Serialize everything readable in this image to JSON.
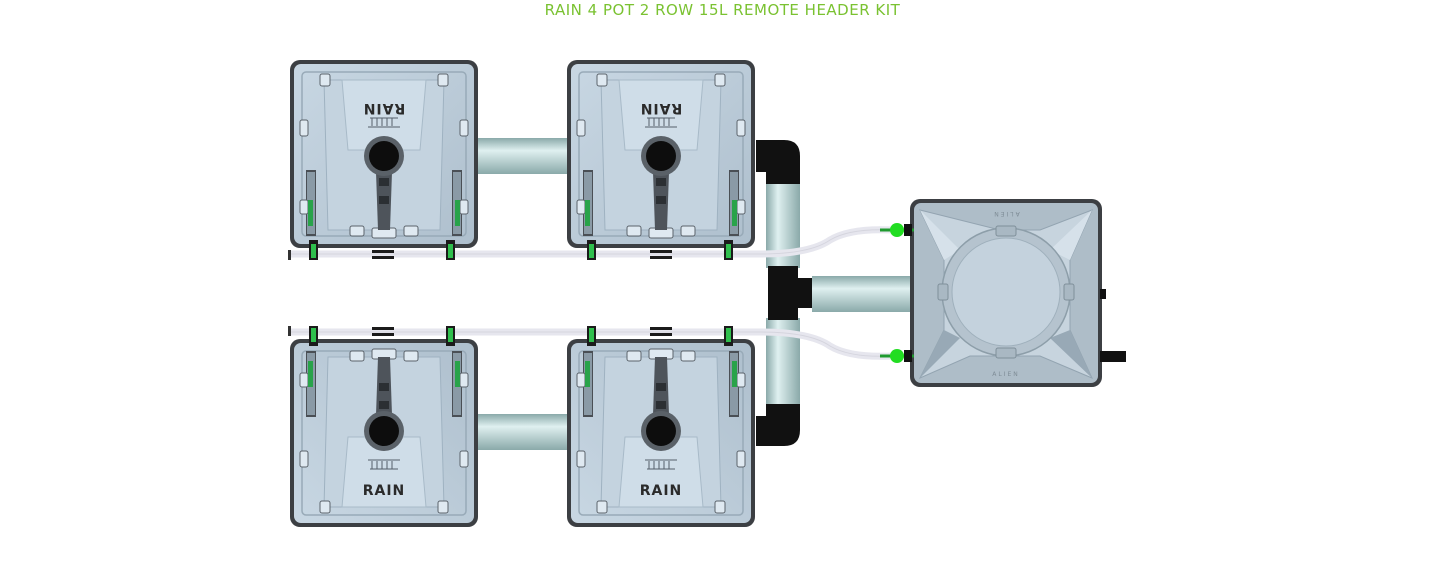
{
  "title": "RAIN 4 POT 2 ROW 15L REMOTE HEADER KIT",
  "pot_logo": "RAIN",
  "header_logo": "ALIEN",
  "colors": {
    "title": "#7ac231",
    "pot_body": "#b9c9d6",
    "pipe": "#a9c8c8",
    "elbow": "#111111",
    "fitting": "#22dd22",
    "hose": "#e6e6ee"
  },
  "components": {
    "pots": [
      {
        "row": "top",
        "index": 1
      },
      {
        "row": "top",
        "index": 2
      },
      {
        "row": "bottom",
        "index": 1
      },
      {
        "row": "bottom",
        "index": 2
      }
    ],
    "header_tank": "remote-header-tank"
  }
}
